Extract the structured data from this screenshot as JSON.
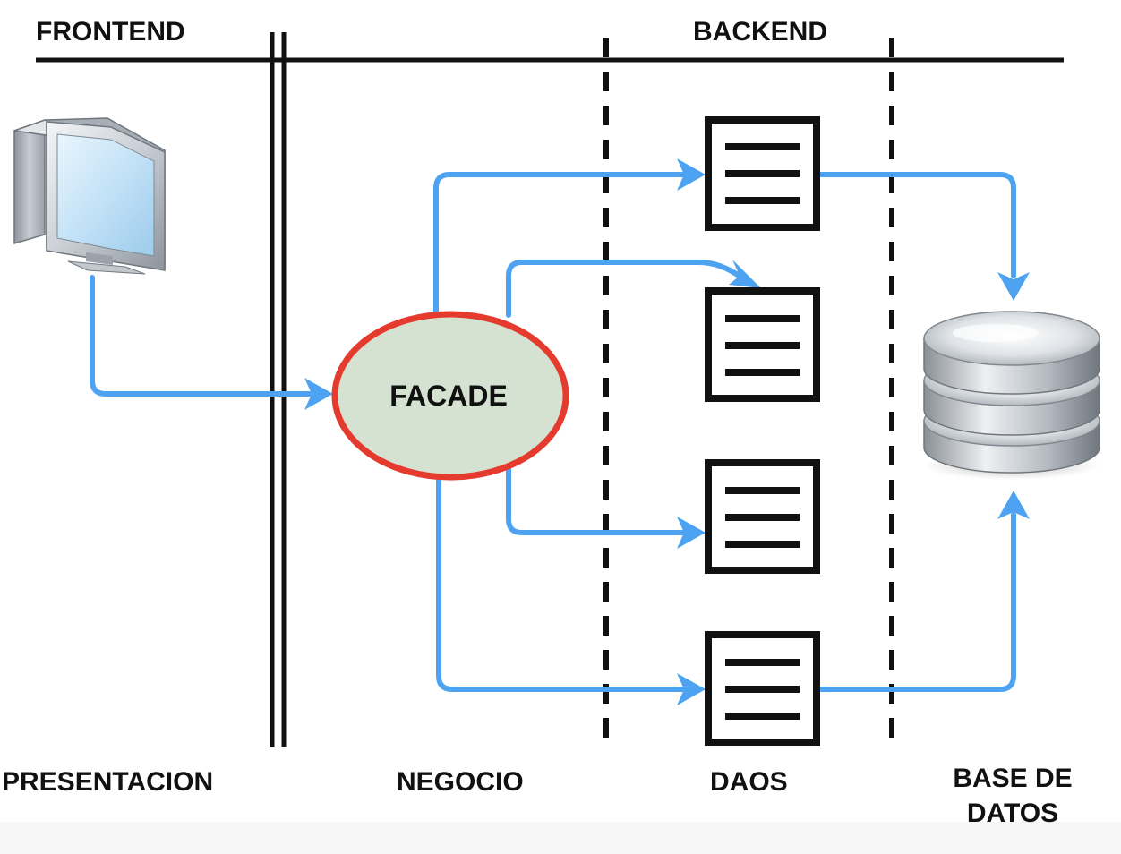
{
  "labels": {
    "frontend": "FRONTEND",
    "backend": "BACKEND",
    "facade": "FACADE",
    "presentacion": "PRESENTACION",
    "negocio": "NEGOCIO",
    "daos": "DAOS",
    "base_de_datos_line1": "BASE DE",
    "base_de_datos_line2": "DATOS"
  },
  "icons": {
    "computer": "desktop-computer-icon",
    "database": "database-icon",
    "dao_document": "document-lines-icon"
  },
  "colors": {
    "arrow": "#4da3f2",
    "facade_fill": "#d5e2d1",
    "facade_border": "#e53a2e",
    "line": "#111111"
  }
}
